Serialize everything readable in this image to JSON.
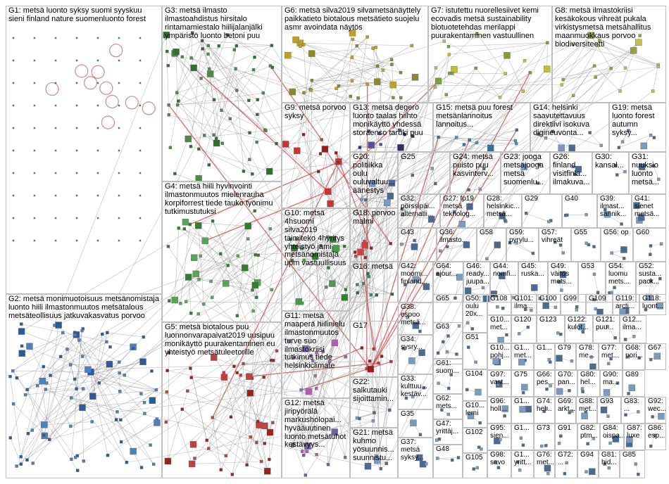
{
  "groups": [
    {
      "id": "G1",
      "text": "G1: metsä luonto syksy suomi syyskuu sieni finland nature suomenluonto forest"
    },
    {
      "id": "G2",
      "text": "G2: metsä monimuotoisuus metsänomistaja luonto hiili ilmastonmuutos metsätalous metsäteollisuus jatkuvakasvatus porvoo"
    },
    {
      "id": "G3",
      "text": "G3: metsä ilmasto ilmastoahdistus hirsitalo rintamamiestalo hiilijalanjälki ympäristö luonto betoni puu"
    },
    {
      "id": "G4",
      "text": "G4: metsä hiili hyvinvointi ilmastonmuutos mielenrauha korpiforrest tiede tauko työnimu tutkimustutuksi"
    },
    {
      "id": "G5",
      "text": "G5: metsä biotalous puu luonnonvarapaivat2019 uusipuu monikäyttö puurakentaminen eu yhteistyö metsätuleetorille"
    },
    {
      "id": "G6",
      "text": "G6: metsä silva2019 silvametsänäyttely paikkatieto biotalous metsätieto suojelu asmr avoindata näytös"
    },
    {
      "id": "G7",
      "text": "G7: istutettu nuorellesiivet kemi ecovadis metsä sustainability biotuotetehdas merilappi puurakentaminen vastuullinen"
    },
    {
      "id": "G8",
      "text": "G8: metsä ilmastokriisi kesäkokous vihreät pukala virkistysmetsä metsähallitus maanmuokkaus porvoo biodiversiteetti"
    },
    {
      "id": "G9",
      "text": "G9: metsä porvoo syksy"
    },
    {
      "id": "G10",
      "text": "G10: metsä 4hsuomi silva2019 taimiteko 4hyritys yhteistyö jami metsänomistaja upm vastuullisuus"
    },
    {
      "id": "G11",
      "text": "G11: metsä maaperä hiilinielu ilmastonmuutos turve suo ilmastokriisi tutkimus tiede helsinkiclimate"
    },
    {
      "id": "G12",
      "text": "G12: metsä jiripyörälä markusholopai... hyvääuutinen luonto metsätuhot kestävyys..."
    },
    {
      "id": "G13",
      "text": "G13: metsä degerö luonto taalas hiihto monikäyttö yhdessä storaenso taruki puu"
    },
    {
      "id": "G14",
      "text": "G14: helsinki saavutettavuus direktiivi isokuva digineuvonta..."
    },
    {
      "id": "G15",
      "text": "G15: metsä puu forest metsänlannoitus lannoitus..."
    },
    {
      "id": "G16",
      "text": "G16: metsä"
    },
    {
      "id": "G17",
      "text": "G17"
    },
    {
      "id": "G18",
      "text": "G18: porvoo malmi"
    },
    {
      "id": "G19",
      "text": "G19: metsä luonto forest autumn syksy..."
    },
    {
      "id": "G20",
      "text": "G20: politiikka oulu ouluvaltuu... äänestys"
    },
    {
      "id": "G21",
      "text": "G21: metsä kuhmo yösuunnis... suunnistu..."
    },
    {
      "id": "G22",
      "text": "G22: salkutauki sijoittamin..."
    },
    {
      "id": "G23",
      "text": "G23: jooga metsäjooga metsä suomenlu..."
    },
    {
      "id": "G24",
      "text": "G24: metsä puisto puu kasvinterv..."
    },
    {
      "id": "G25",
      "text": "G25"
    },
    {
      "id": "G26",
      "text": "G26: finland visitfinla... ilmakuva..."
    },
    {
      "id": "G27",
      "text": "G27: fp19 metsä teknolog..."
    },
    {
      "id": "G28",
      "text": "G28: helsinkic... metsä..."
    },
    {
      "id": "G29",
      "text": "G29"
    },
    {
      "id": "G30",
      "text": "G30: kansal..."
    },
    {
      "id": "G31",
      "text": "G31: nuuksio luonto metsä..."
    },
    {
      "id": "G32",
      "text": "G32: pörssipäi... alternatii..."
    },
    {
      "id": "G33",
      "text": "G33: kulttuu... kestäv..."
    },
    {
      "id": "G34",
      "text": "G34: sysry..."
    },
    {
      "id": "G35",
      "text": "G35"
    },
    {
      "id": "G36",
      "text": "G36: ilmasto..."
    },
    {
      "id": "G37",
      "text": "G37: metsä syksy..."
    },
    {
      "id": "G38",
      "text": "G38: espoo metsä..."
    },
    {
      "id": "G39",
      "text": "G39: ilmast... sannik..."
    },
    {
      "id": "G40",
      "text": "G40"
    },
    {
      "id": "G41",
      "text": "G41: sienet metsä..."
    },
    {
      "id": "G42",
      "text": "G42: moomi... finland..."
    },
    {
      "id": "G43",
      "text": "G43"
    },
    {
      "id": "G44",
      "text": "G44: nomfi..."
    },
    {
      "id": "G45",
      "text": "G45: ruska..."
    },
    {
      "id": "G46",
      "text": "G46: ready... juupa..."
    },
    {
      "id": "G47",
      "text": "G47: yrittäj..."
    },
    {
      "id": "G48",
      "text": "G48"
    },
    {
      "id": "G49",
      "text": "G49: väitös mets..."
    },
    {
      "id": "G50",
      "text": "G50: oulu 20x..."
    },
    {
      "id": "G51",
      "text": "G51"
    },
    {
      "id": "G52",
      "text": "G52: susta... pack..."
    },
    {
      "id": "G53",
      "text": "G53"
    },
    {
      "id": "G54",
      "text": "G54: luomu mets..."
    },
    {
      "id": "G55",
      "text": "G55"
    },
    {
      "id": "G56",
      "text": "G56: op"
    },
    {
      "id": "G57",
      "text": "G57: vihreät"
    },
    {
      "id": "G58",
      "text": "G58"
    },
    {
      "id": "G59",
      "text": "G59: pyrylu..."
    },
    {
      "id": "G60",
      "text": "G60"
    },
    {
      "id": "G61",
      "text": "G61: suom..."
    },
    {
      "id": "G62",
      "text": "G62: mets..."
    },
    {
      "id": "G63",
      "text": "G63"
    },
    {
      "id": "G64",
      "text": "G64: ajour..."
    },
    {
      "id": "G65",
      "text": "G65"
    },
    {
      "id": "G66",
      "text": "G66: pes..."
    },
    {
      "id": "G67",
      "text": "G67"
    },
    {
      "id": "G68",
      "text": "G68: pori..."
    },
    {
      "id": "G69",
      "text": "G69: arkt..."
    },
    {
      "id": "G70",
      "text": "G70: pan..."
    },
    {
      "id": "G72",
      "text": "G72: ..."
    },
    {
      "id": "G73",
      "text": "G73"
    },
    {
      "id": "G74",
      "text": "G74: hel..."
    },
    {
      "id": "G75",
      "text": "G75"
    },
    {
      "id": "G76",
      "text": "G76: met..."
    },
    {
      "id": "G77",
      "text": "G77: met..."
    },
    {
      "id": "G78",
      "text": "G78: me..."
    },
    {
      "id": "G79",
      "text": "G79"
    },
    {
      "id": "G80",
      "text": "G80: hel..."
    },
    {
      "id": "G81",
      "text": "G81: hid..."
    },
    {
      "id": "G82",
      "text": "G82: ptm..."
    },
    {
      "id": "G83",
      "text": "G83: ..."
    },
    {
      "id": "G84",
      "text": "G84: oispa..."
    },
    {
      "id": "G85",
      "text": "G85"
    },
    {
      "id": "G86",
      "text": "G86: esp..."
    },
    {
      "id": "G87",
      "text": "G87: luxe"
    },
    {
      "id": "G88",
      "text": "G88: met..."
    },
    {
      "id": "G89",
      "text": "G89"
    },
    {
      "id": "G90",
      "text": "G90: ma..."
    },
    {
      "id": "G91",
      "text": "G91"
    },
    {
      "id": "G92",
      "text": "G92: wec..."
    },
    {
      "id": "G93",
      "text": "G93"
    },
    {
      "id": "G94",
      "text": "G94"
    },
    {
      "id": "G95",
      "text": "G95: sien..."
    },
    {
      "id": "G96",
      "text": "G96: holl..."
    },
    {
      "id": "G97",
      "text": "G97: vast..."
    },
    {
      "id": "G98",
      "text": "G98: savo"
    },
    {
      "id": "G99",
      "text": "G99"
    },
    {
      "id": "G100",
      "text": "G100"
    },
    {
      "id": "G101",
      "text": "G101: ilma..."
    },
    {
      "id": "G102",
      "text": "G102"
    },
    {
      "id": "G103",
      "text": "G10... lemi"
    },
    {
      "id": "G104",
      "text": "G104"
    },
    {
      "id": "G105",
      "text": "G105"
    },
    {
      "id": "G106",
      "text": "G10... pohj..."
    },
    {
      "id": "G107",
      "text": "G10... met..."
    },
    {
      "id": "G108",
      "text": "G108"
    },
    {
      "id": "G109",
      "text": "G109"
    },
    {
      "id": "G110",
      "text": "G1... met..."
    },
    {
      "id": "G111",
      "text": "G1... yritt..."
    },
    {
      "id": "G112",
      "text": "G1... met..."
    },
    {
      "id": "G113",
      "text": "G1..."
    },
    {
      "id": "G114",
      "text": "G1..."
    },
    {
      "id": "G115",
      "text": "G1..."
    },
    {
      "id": "G116",
      "text": "G1..."
    },
    {
      "id": "G117",
      "text": "G1... met..."
    },
    {
      "id": "G118",
      "text": "G118: luont..."
    },
    {
      "id": "G119",
      "text": "G119: arcti..."
    },
    {
      "id": "G120",
      "text": "G120"
    },
    {
      "id": "G121",
      "text": "G121: puu..."
    },
    {
      "id": "G122",
      "text": "G122: kulot..."
    },
    {
      "id": "G123",
      "text": "G123"
    },
    {
      "id": "G124",
      "text": "G12... ilma..."
    }
  ]
}
